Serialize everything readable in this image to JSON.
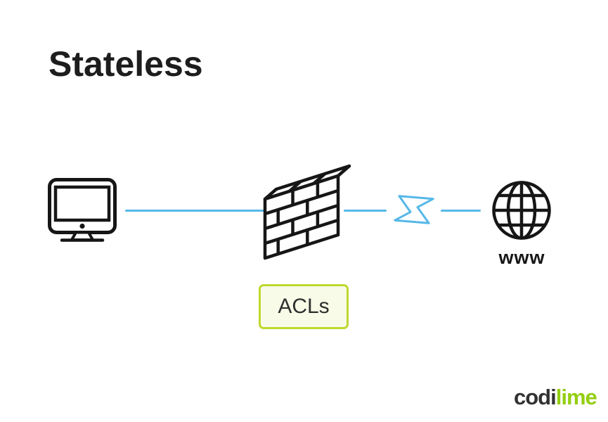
{
  "title": "Stateless",
  "diagram": {
    "client": {
      "icon": "desktop-computer-icon"
    },
    "firewall": {
      "icon": "firewall-brick-wall-icon",
      "acl_label": "ACLs"
    },
    "connection": {
      "icon": "lightning-bolt-icon"
    },
    "internet": {
      "icon": "globe-icon",
      "www_label": "www"
    }
  },
  "logo": {
    "prefix": "codi",
    "suffix": "lime"
  },
  "colors": {
    "line_blue": "#55b8e8",
    "acl_border": "#c0d830",
    "acl_background": "#f8fbe8",
    "logo_green": "#93ce10",
    "icon_black": "#161616",
    "text_black": "#1d1d1d"
  }
}
